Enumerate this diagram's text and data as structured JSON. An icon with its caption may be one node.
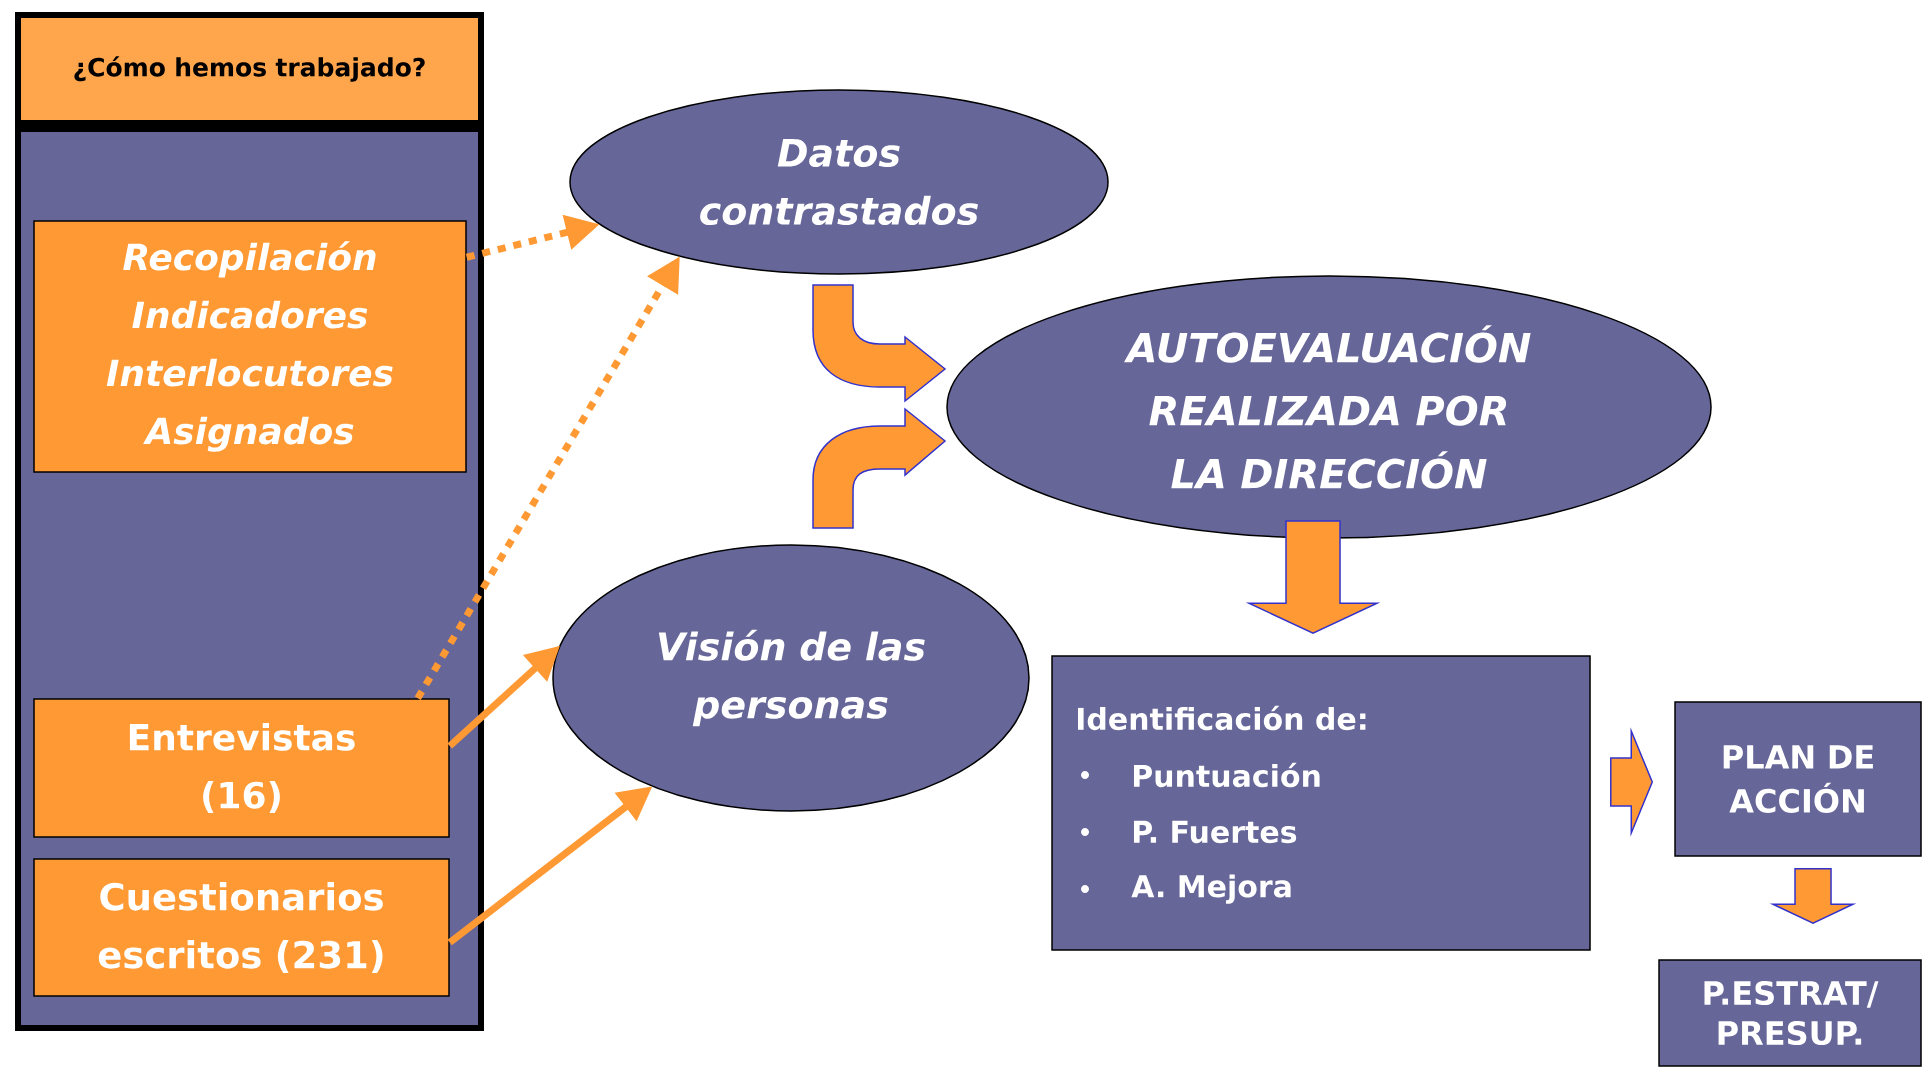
{
  "diagram": {
    "nodes": [
      {
        "text": [
          "¿Cómo hemos trabajado?"
        ]
      },
      {
        "text": [],
        "shape": "box"
      },
      {
        "text": [
          "Recopilación Indicadores Interlocutores Asignados"
        ],
        "in": 1
      },
      {
        "text": [
          "Entrevistas (16)"
        ],
        "in": 1
      },
      {
        "text": [
          "Cuestionarios escritos (231)"
        ],
        "in": 1
      },
      {
        "text": [
          "Datos contrastados"
        ]
      },
      {
        "text": [
          "Visión de las personas"
        ]
      },
      {
        "text": [
          "AUTOEVALUACIÓN REALIZADA POR LA DIRECCIÓN"
        ]
      },
      {
        "text": [
          "Identificación de:",
          "Puntuación",
          "P. Fuertes",
          "A. Mejora"
        ]
      },
      {
        "text": [
          "PLAN DE ACCIÓN"
        ]
      },
      {
        "text": [
          "P.ESTRAT/ PRESUP."
        ]
      }
    ],
    "edges": [
      {
        "from": 2,
        "to": 5,
        "arrow": "to",
        "style": "dashed"
      },
      {
        "from": 3,
        "to": 5,
        "arrow": "to",
        "style": "dashed"
      },
      {
        "from": 3,
        "to": 6,
        "arrow": "to"
      },
      {
        "from": 4,
        "to": 6,
        "arrow": "to"
      },
      {
        "from": 5,
        "to": 7,
        "arrow": "to",
        "style": "thick"
      },
      {
        "from": 6,
        "to": 7,
        "arrow": "to",
        "style": "thick"
      },
      {
        "from": 7,
        "to": 8,
        "arrow": "to",
        "style": "thick"
      },
      {
        "from": 8,
        "to": 9,
        "arrow": "to",
        "style": "thick"
      },
      {
        "from": 9,
        "to": 10,
        "arrow": "to",
        "style": "thick"
      }
    ]
  }
}
